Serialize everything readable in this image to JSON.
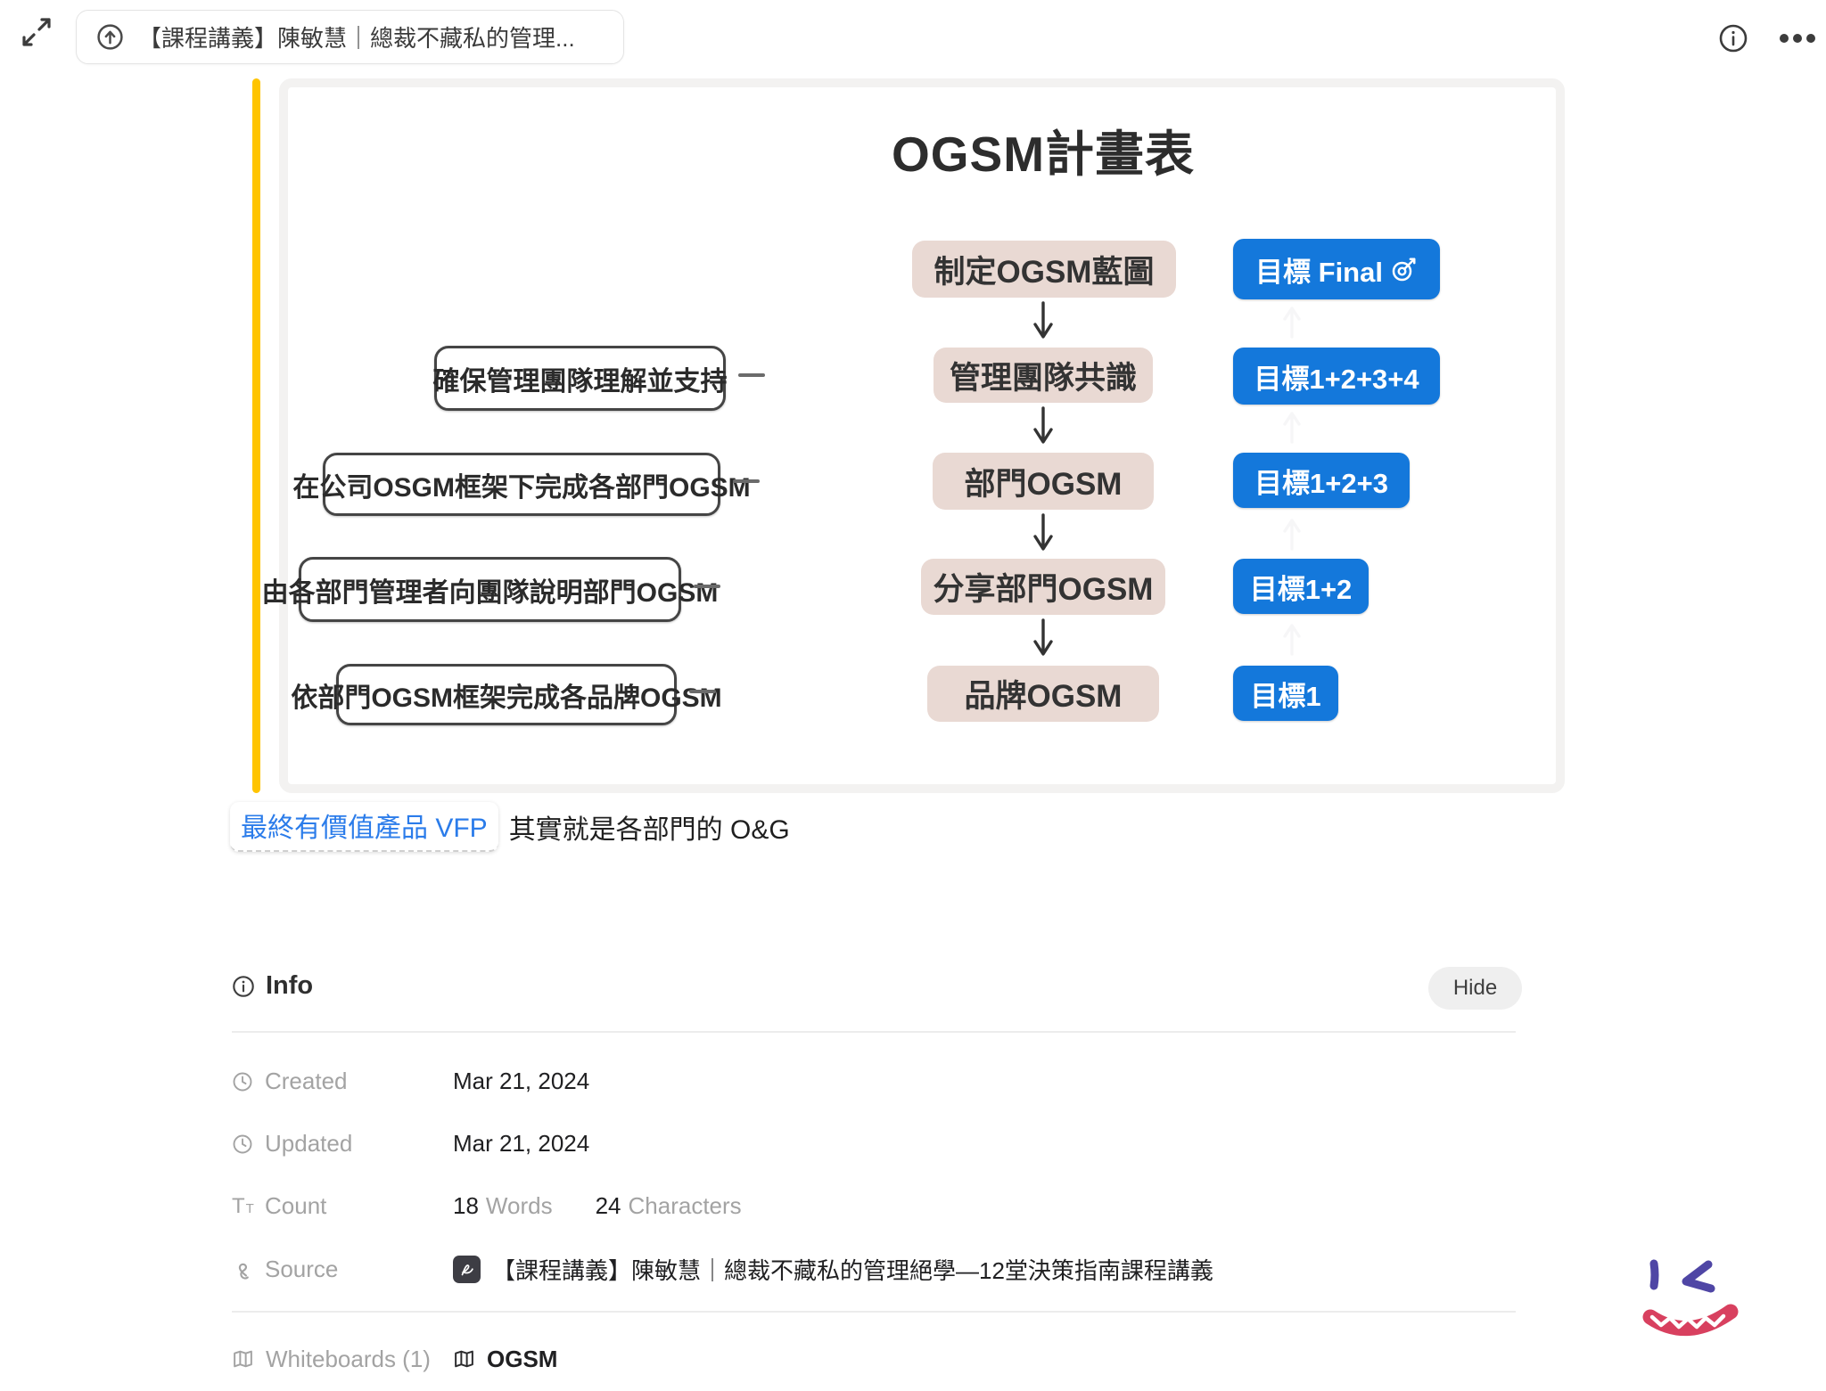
{
  "header": {
    "tab_title": "【課程講義】陳敏慧｜總裁不藏私的管理..."
  },
  "diagram": {
    "title": "OGSM計畫表",
    "rows": [
      {
        "center": "制定OGSM藍圖",
        "badge": "目標 Final"
      },
      {
        "left": "確保管理團隊理解並支持",
        "center": "管理團隊共識",
        "badge": "目標1+2+3+4"
      },
      {
        "left": "在公司OSGM框架下完成各部門OGSM",
        "center": "部門OGSM",
        "badge": "目標1+2+3"
      },
      {
        "left": "由各部門管理者向團隊說明部門OGSM",
        "center": "分享部門OGSM",
        "badge": "目標1+2"
      },
      {
        "left": "依部門OGSM框架完成各品牌OGSM",
        "center": "品牌OGSM",
        "badge": "目標1"
      }
    ],
    "colors": {
      "badge_blue": "#1478db",
      "box_pink": "#e9d9d3",
      "quote_bar_yellow": "#FFC400"
    }
  },
  "paragraph": {
    "link_text": "最終有價值產品 VFP",
    "rest_text": "其實就是各部門的 O&G",
    "link_color": "#2b7cea"
  },
  "info": {
    "heading": "Info",
    "hide_label": "Hide",
    "created": {
      "label": "Created",
      "value": "Mar 21, 2024"
    },
    "updated": {
      "label": "Updated",
      "value": "Mar 21, 2024"
    },
    "count": {
      "label": "Count",
      "words_value": "18",
      "words_unit": "Words",
      "chars_value": "24",
      "chars_unit": "Characters"
    },
    "source": {
      "label": "Source",
      "value": "【課程講義】陳敏慧｜總裁不藏私的管理絕學—12堂決策指南課程講義"
    },
    "whiteboards": {
      "label": "Whiteboards (1)",
      "value": "OGSM"
    }
  }
}
